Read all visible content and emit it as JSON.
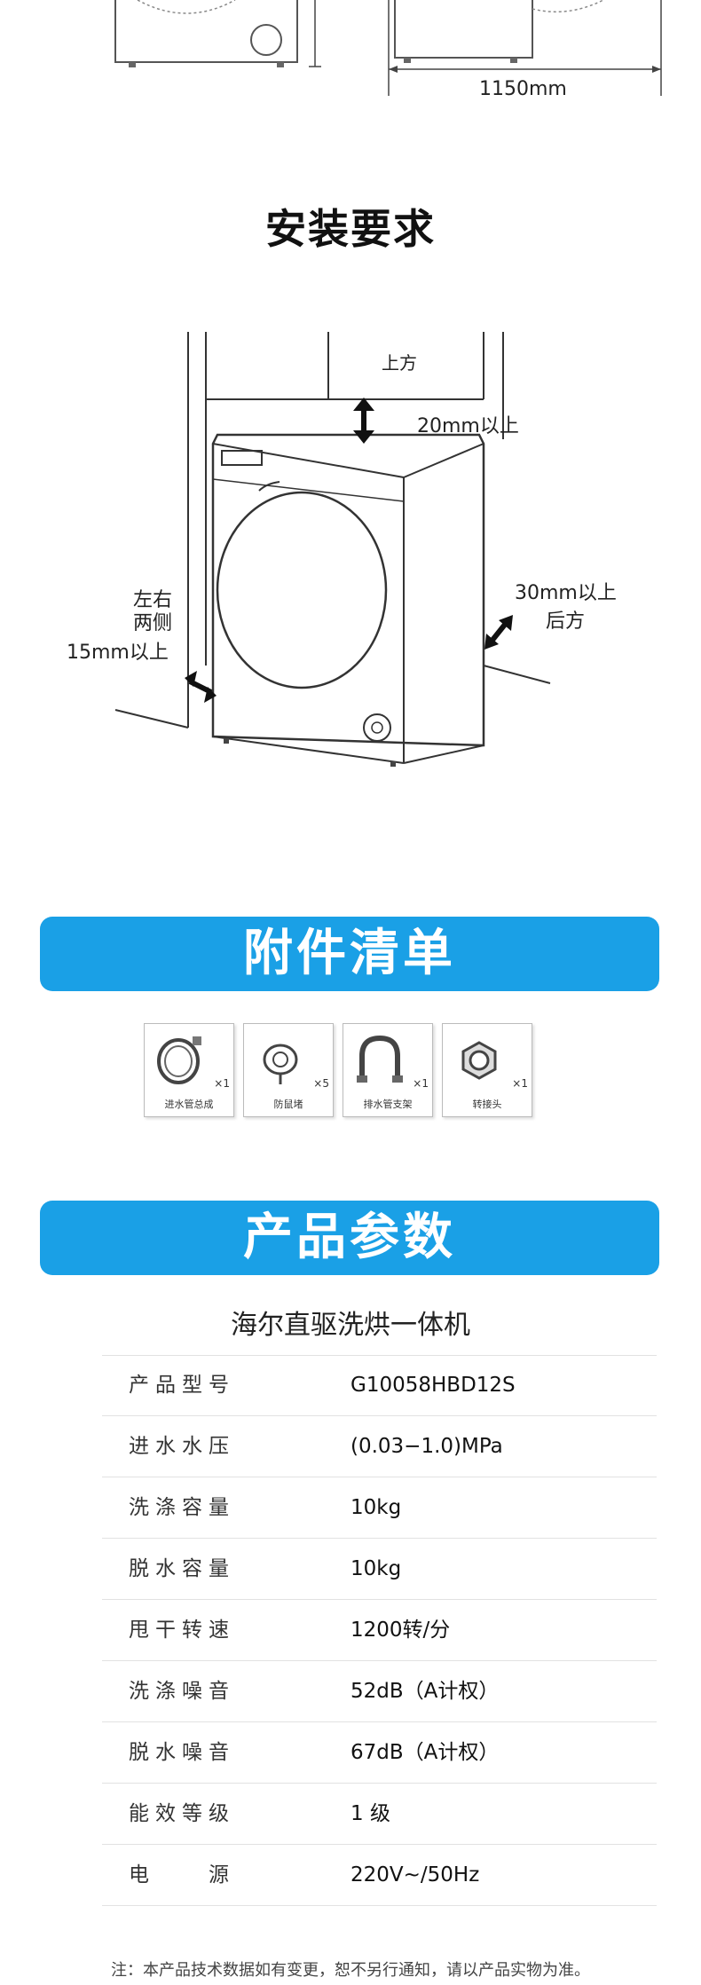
{
  "dimension": {
    "width_label": "1150mm"
  },
  "install": {
    "title": "安装要求",
    "top_label": "上方",
    "top_gap": "20mm以上",
    "side_label_1": "左右",
    "side_label_2": "两侧",
    "side_gap": "15mm以上",
    "back_gap": "30mm以上",
    "back_label": "后方"
  },
  "accessories": {
    "title": "附件清单",
    "items": [
      {
        "label": "进水管总成",
        "qty": "×1",
        "icon": "hose-icon"
      },
      {
        "label": "防鼠堵",
        "qty": "×5",
        "icon": "rodent-plug-icon"
      },
      {
        "label": "排水管支架",
        "qty": "×1",
        "icon": "drain-bracket-icon"
      },
      {
        "label": "转接头",
        "qty": "×1",
        "icon": "adapter-icon"
      }
    ]
  },
  "params": {
    "title": "产品参数",
    "product_name": "海尔直驱洗烘一体机",
    "rows": [
      {
        "key": "产品型号",
        "value": "G10058HBD12S"
      },
      {
        "key": "进水水压",
        "value": "(0.03−1.0)MPa"
      },
      {
        "key": "洗涤容量",
        "value": "10kg"
      },
      {
        "key": "脱水容量",
        "value": "10kg"
      },
      {
        "key": "甩干转速",
        "value": "1200转/分"
      },
      {
        "key": "洗涤噪音",
        "value": "52dB（A计权）"
      },
      {
        "key": "脱水噪音",
        "value": "67dB（A计权）"
      },
      {
        "key": "能效等级",
        "value": "1 级"
      },
      {
        "key": "电　　源",
        "value": "220V~/50Hz"
      }
    ]
  },
  "footer": {
    "note": "注：本产品技术数据如有变更，恕不另行通知，请以产品实物为准。"
  }
}
